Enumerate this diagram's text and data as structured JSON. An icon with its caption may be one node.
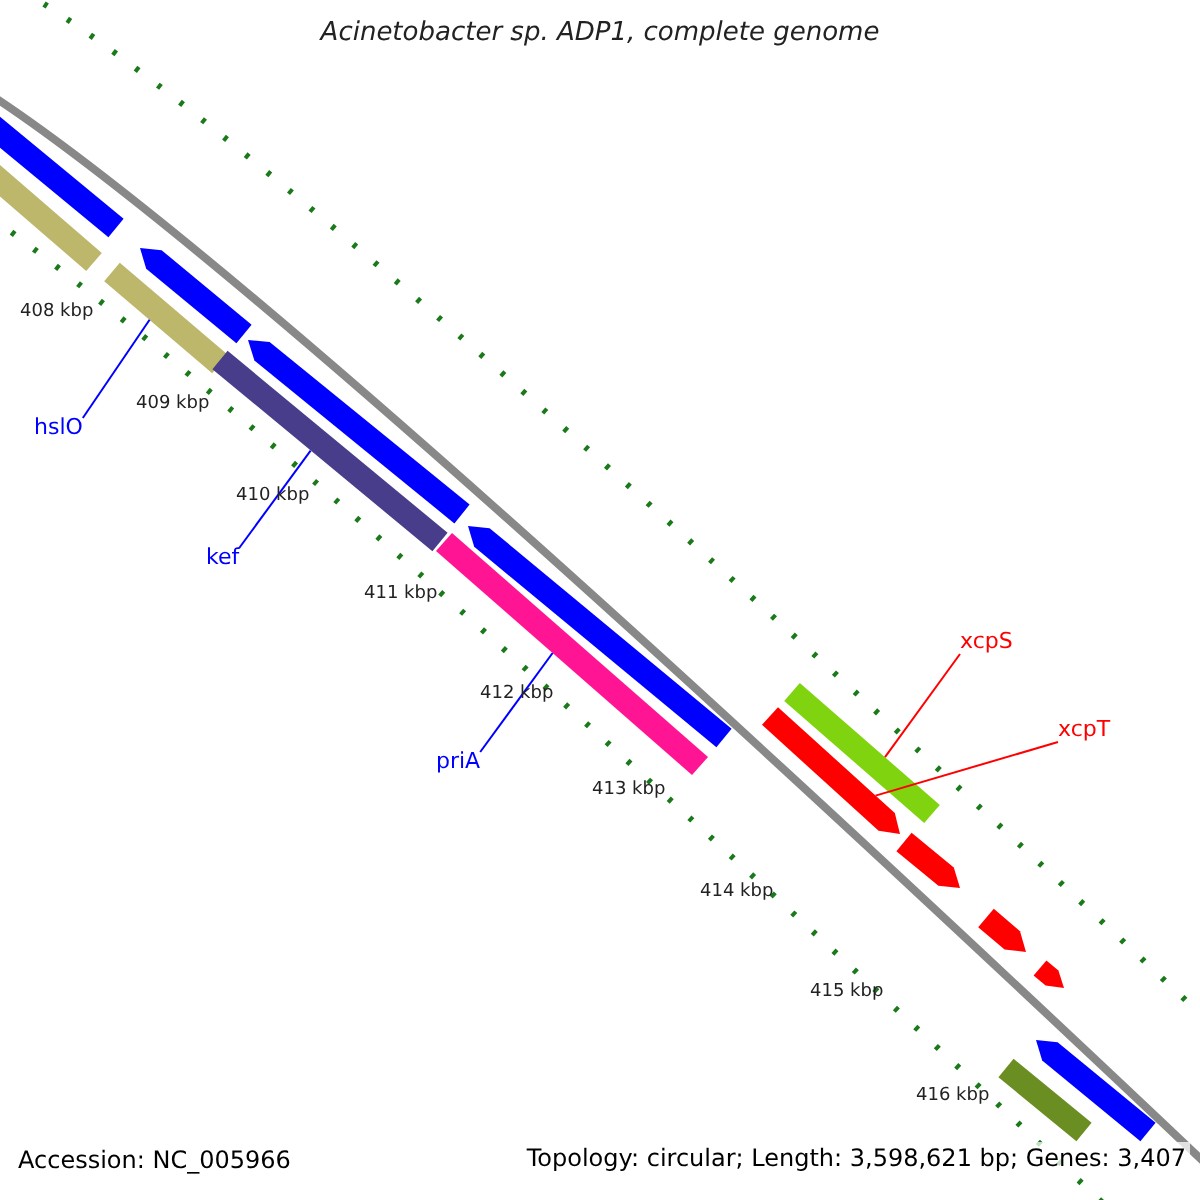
{
  "diagram": {
    "title": "Acinetobacter sp. ADP1, complete genome",
    "nodes": [
      {
        "text": [],
        "shape": "bar"
      },
      {
        "text": [],
        "shape": "bar"
      },
      {
        "text": [],
        "shape": "pentagon"
      },
      {
        "text": [],
        "shape": "bar"
      },
      {
        "text": [
          "hslO"
        ]
      },
      {
        "text": [],
        "shape": "pentagon"
      },
      {
        "text": [],
        "shape": "bar"
      },
      {
        "text": [
          "kef"
        ]
      },
      {
        "text": [],
        "shape": "pentagon"
      },
      {
        "text": [],
        "shape": "bar"
      },
      {
        "text": [
          "priA"
        ]
      },
      {
        "text": [],
        "shape": "bar"
      },
      {
        "text": [
          "xcpS"
        ]
      },
      {
        "text": [],
        "shape": "pentagon"
      },
      {
        "text": [
          "xcpT"
        ]
      },
      {
        "text": [],
        "shape": "pentagon"
      },
      {
        "text": [],
        "shape": "pentagon"
      },
      {
        "text": [],
        "shape": "pentagon"
      },
      {
        "text": [],
        "shape": "pentagon"
      },
      {
        "text": [],
        "shape": "bar"
      }
    ],
    "edges": [
      {
        "from": 4,
        "to": 3,
        "arrow": "none"
      },
      {
        "from": 7,
        "to": 6,
        "arrow": "none"
      },
      {
        "from": 10,
        "to": 9,
        "arrow": "none"
      },
      {
        "from": 12,
        "to": 11,
        "arrow": "none",
        "color": "#ff0000"
      },
      {
        "from": 14,
        "to": 13,
        "arrow": "none",
        "color": "#ff0000"
      }
    ],
    "labels": [
      "408 kbp",
      "409 kbp",
      "410 kbp",
      "411 kbp",
      "412 kbp",
      "413 kbp",
      "414 kbp",
      "415 kbp",
      "416 kbp",
      "Accession: NC_005966",
      "Topology: circular; Length: 3,598,621 bp; Genes: 3,407"
    ]
  }
}
